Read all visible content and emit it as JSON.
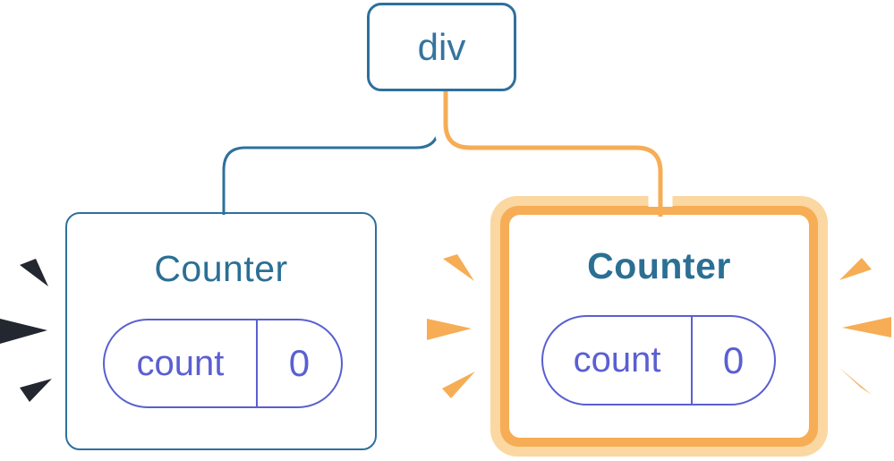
{
  "page": {
    "background": "#ffffff"
  },
  "tree": {
    "root_label": "div",
    "edge_left_color": "#2E709C",
    "edge_right_color": "#F6AD55",
    "edge_right_casing": "#ffffff"
  },
  "counter_left": {
    "title": "Counter",
    "state_name": "count",
    "state_value": "0",
    "highlighted": false,
    "border_color": "#2E709C",
    "title_color": "#2B6F94",
    "pill_color": "#5A5FD1",
    "spark_color": "#23272F"
  },
  "counter_right": {
    "title": "Counter",
    "state_name": "count",
    "state_value": "0",
    "highlighted": true,
    "ring_outer_color": "#FBD7A1",
    "ring_inner_color": "#F6AD55",
    "title_color": "#2B6F94",
    "pill_color": "#5A5FD1",
    "spark_color": "#F6AD55"
  }
}
